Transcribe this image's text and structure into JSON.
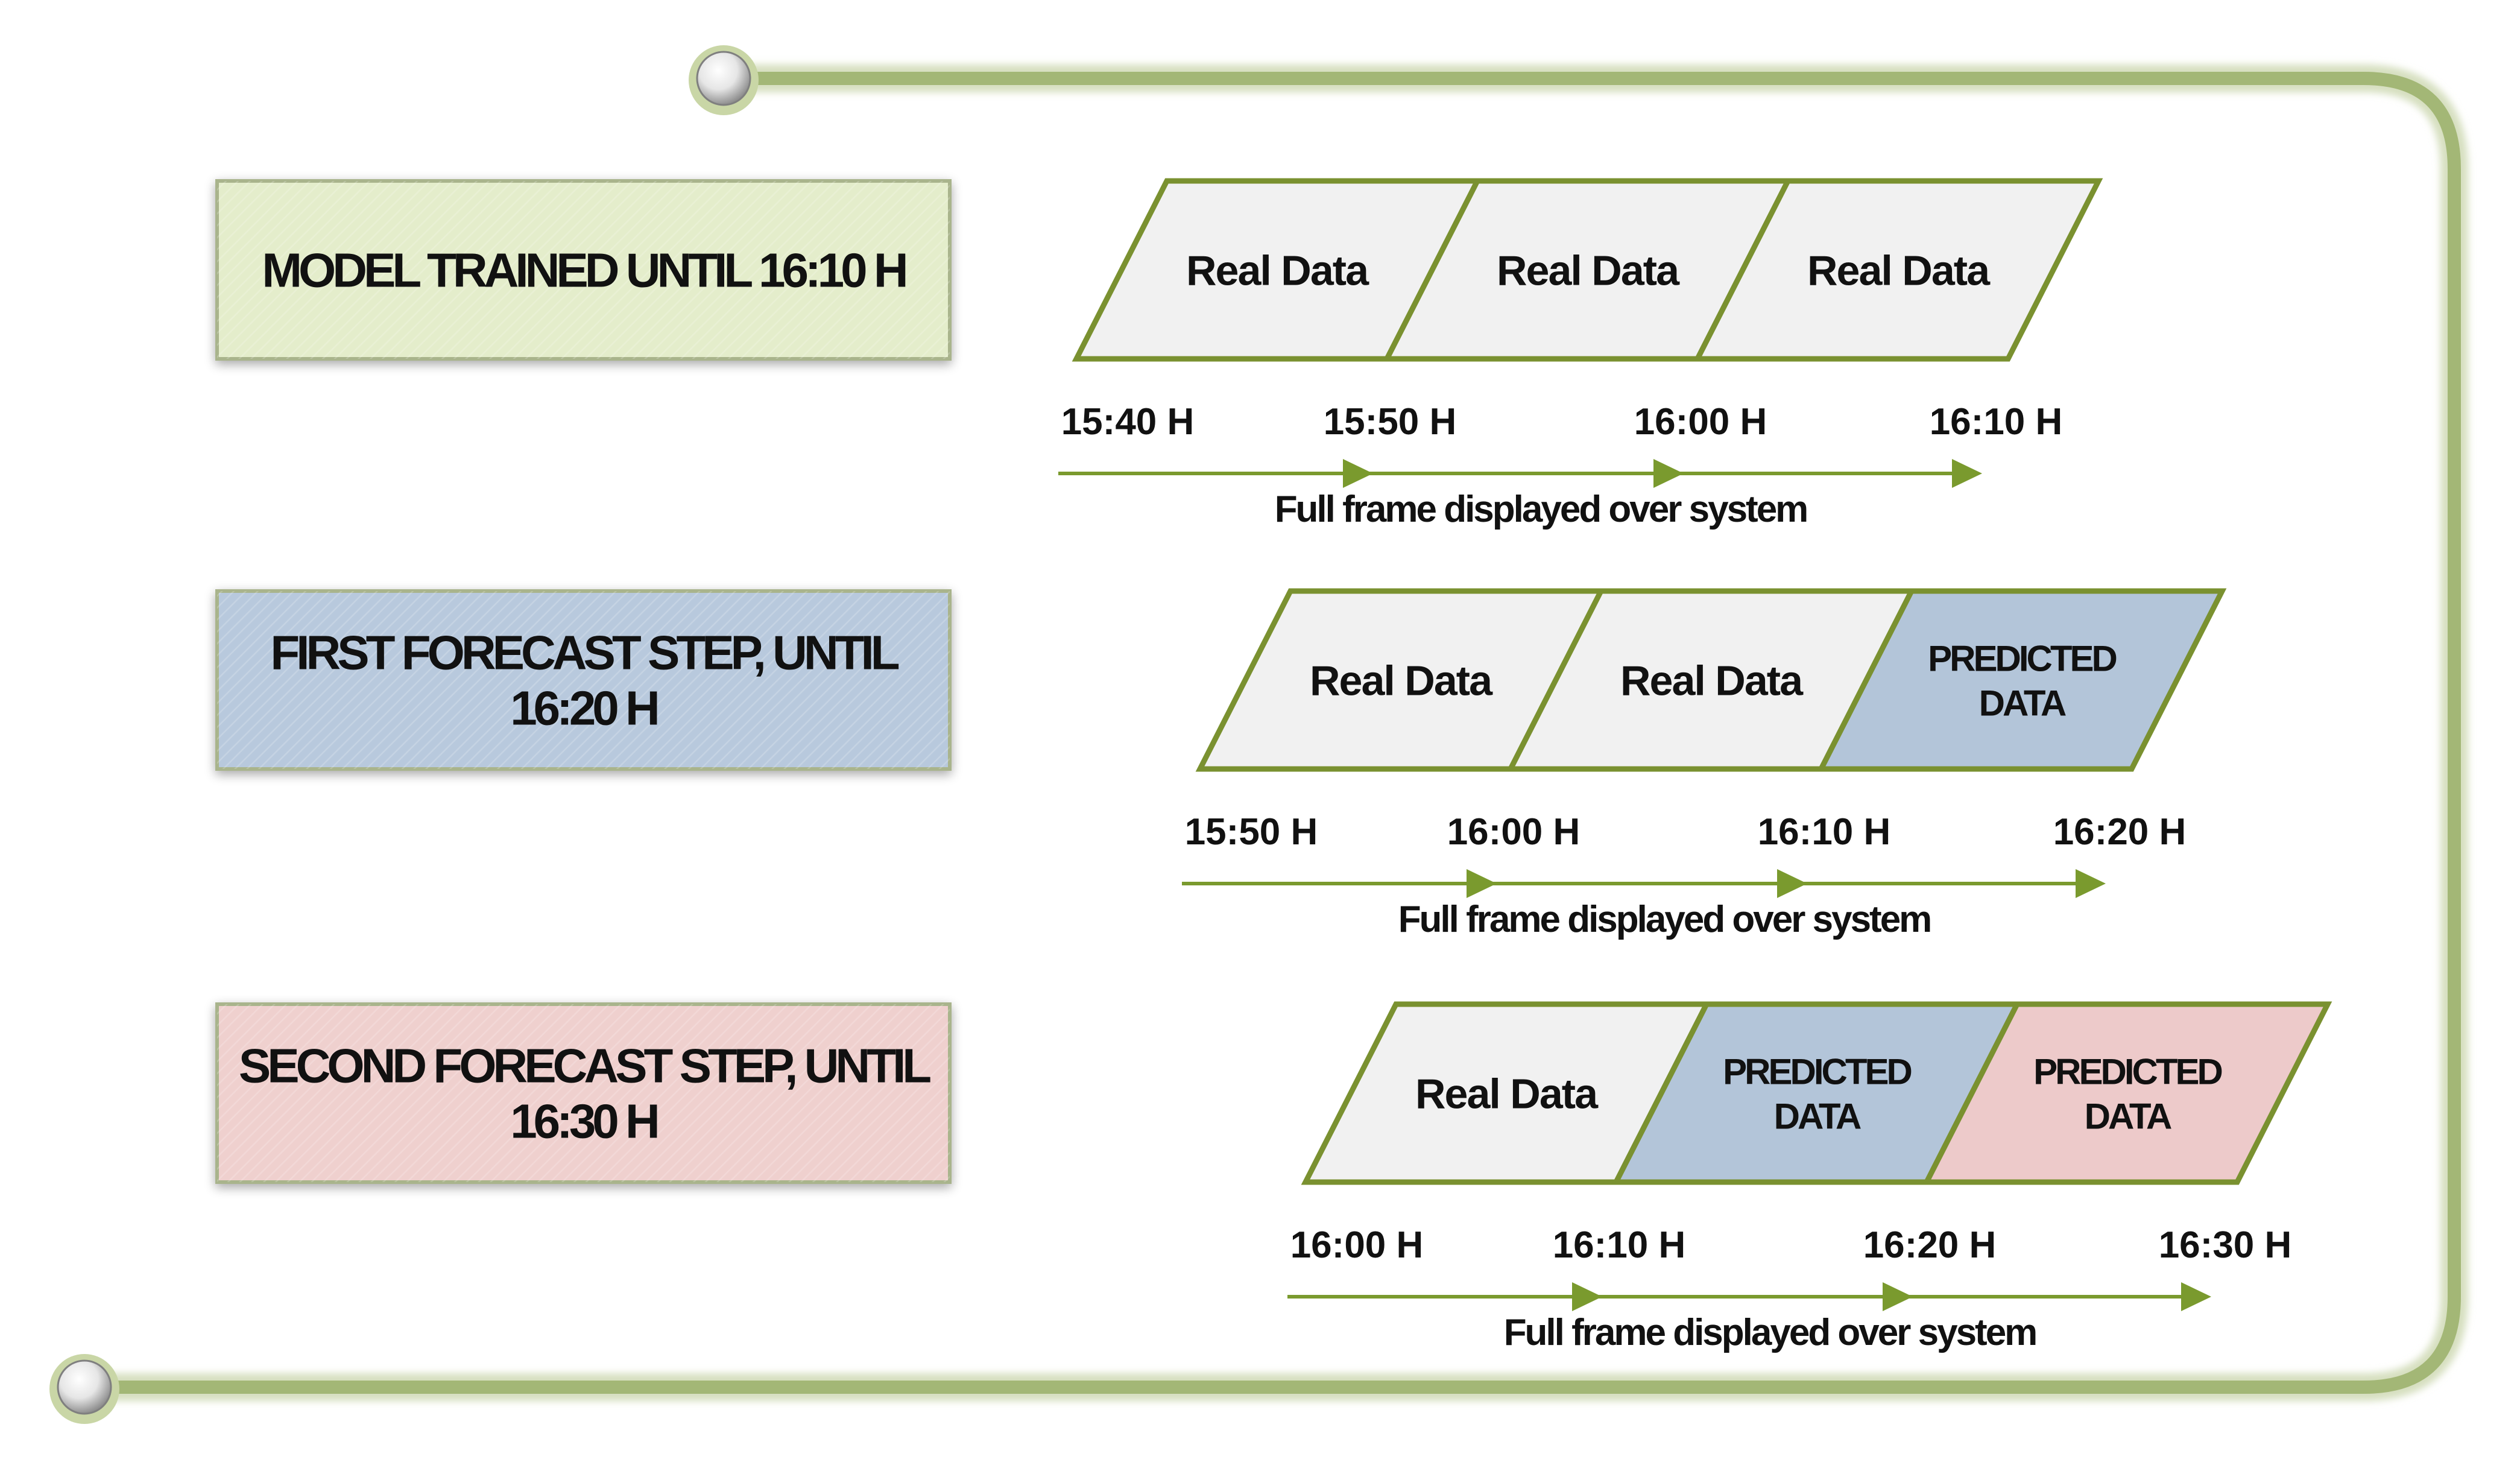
{
  "colors": {
    "frame": "#9bb06c",
    "outline": "#7a9130",
    "arrow": "#7a9a2e",
    "real": "#f1f1f1",
    "predicted_first": "#b3c5d9",
    "predicted_second": "#edcaca",
    "trained_box": "#e4edcb",
    "first_box": "#b8c9dd",
    "second_box": "#efd0ce"
  },
  "rows": [
    {
      "stage_label_lines": [
        "MODEL TRAINED UNTIL 16:10 H"
      ],
      "stage_color": "trained_box",
      "segments": [
        {
          "kind": "real",
          "lines": [
            "Real Data"
          ]
        },
        {
          "kind": "real",
          "lines": [
            "Real Data"
          ]
        },
        {
          "kind": "real",
          "lines": [
            "Real Data"
          ]
        }
      ],
      "times": [
        "15:40 H",
        "15:50 H",
        "16:00 H",
        "16:10 H"
      ],
      "caption": "Full frame displayed over system"
    },
    {
      "stage_label_lines": [
        "FIRST FORECAST STEP, UNTIL",
        "16:20 H"
      ],
      "stage_color": "first_box",
      "segments": [
        {
          "kind": "real",
          "lines": [
            "Real Data"
          ]
        },
        {
          "kind": "real",
          "lines": [
            "Real Data"
          ]
        },
        {
          "kind": "predicted_first",
          "lines": [
            "PREDICTED",
            "DATA"
          ]
        }
      ],
      "times": [
        "15:50 H",
        "16:00 H",
        "16:10 H",
        "16:20 H"
      ],
      "caption": "Full frame displayed over system"
    },
    {
      "stage_label_lines": [
        "SECOND FORECAST STEP, UNTIL",
        "16:30 H"
      ],
      "stage_color": "second_box",
      "segments": [
        {
          "kind": "real",
          "lines": [
            "Real Data"
          ]
        },
        {
          "kind": "predicted_first",
          "lines": [
            "PREDICTED",
            "DATA"
          ]
        },
        {
          "kind": "predicted_second",
          "lines": [
            "PREDICTED",
            "DATA"
          ]
        }
      ],
      "times": [
        "16:00 H",
        "16:10 H",
        "16:20 H",
        "16:30 H"
      ],
      "caption": "Full frame displayed over system"
    }
  ]
}
